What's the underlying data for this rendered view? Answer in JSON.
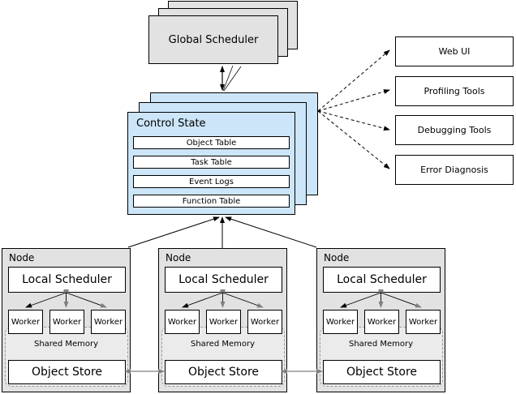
{
  "global_scheduler": {
    "label": "Global Scheduler"
  },
  "control_state": {
    "title": "Control State",
    "tables": [
      "Object Table",
      "Task Table",
      "Event Logs",
      "Function Table"
    ]
  },
  "tools": [
    {
      "label": "Web UI"
    },
    {
      "label": "Profiling Tools"
    },
    {
      "label": "Debugging Tools"
    },
    {
      "label": "Error Diagnosis"
    }
  ],
  "nodes": [
    {
      "label": "Node",
      "local_scheduler": "Local Scheduler",
      "workers": [
        "Worker",
        "Worker",
        "Worker"
      ],
      "shared_memory_label": "Shared Memory",
      "object_store": "Object Store"
    },
    {
      "label": "Node",
      "local_scheduler": "Local Scheduler",
      "workers": [
        "Worker",
        "Worker",
        "Worker"
      ],
      "shared_memory_label": "Shared Memory",
      "object_store": "Object Store"
    },
    {
      "label": "Node",
      "local_scheduler": "Local Scheduler",
      "workers": [
        "Worker",
        "Worker",
        "Worker"
      ],
      "shared_memory_label": "Shared Memory",
      "object_store": "Object Store"
    }
  ],
  "colors": {
    "box_gray": "#e2e2e2",
    "box_blue": "#cce5f8",
    "shared_memory_fill": "#ebebeb",
    "dashed_gray": "#999999",
    "arrow_gray": "#808080",
    "border": "#000000"
  }
}
